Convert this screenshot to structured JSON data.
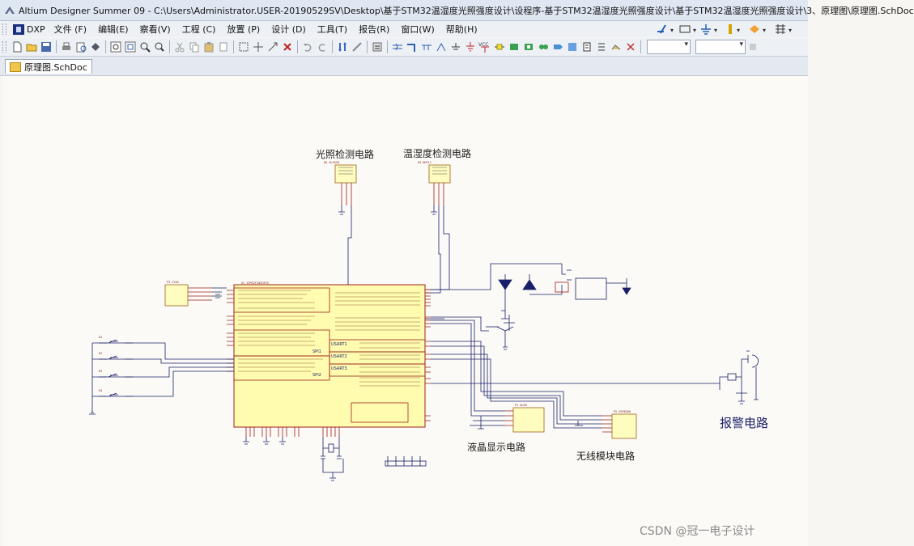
{
  "window": {
    "title": "Altium Designer Summer 09 - C:\\Users\\Administrator.USER-20190529SV\\Desktop\\基于STM32温湿度光照强度设计\\设程序-基于STM32温湿度光照强度设计\\基于STM32温湿度光照强度设计\\3、原理图\\原理图.SchDoc"
  },
  "menu": {
    "dxp": "DXP",
    "items": [
      {
        "id": "file",
        "label": "文件 (F)"
      },
      {
        "id": "edit",
        "label": "编辑(E)"
      },
      {
        "id": "view",
        "label": "察看(V)"
      },
      {
        "id": "project",
        "label": "工程 (C)"
      },
      {
        "id": "place",
        "label": "放置 (P)"
      },
      {
        "id": "design",
        "label": "设计 (D)"
      },
      {
        "id": "tools",
        "label": "工具(T)"
      },
      {
        "id": "reports",
        "label": "报告(R)"
      },
      {
        "id": "window",
        "label": "窗口(W)"
      },
      {
        "id": "help",
        "label": "帮助(H)"
      }
    ]
  },
  "toolbar": {
    "vcc_label": "VCC"
  },
  "document": {
    "tab_label": "原理图.SchDoc"
  },
  "schematic": {
    "labels": {
      "light": "光照检测电路",
      "temp_humidity": "温湿度检测电路",
      "lcd": "液晶显示电路",
      "wireless": "无线模块电路",
      "alarm": "报警电路"
    },
    "blocks": {
      "usart1": "USART1",
      "usart2": "USART2",
      "usart3": "USART3",
      "spi1": "SPI1",
      "spi2": "SPI2"
    }
  },
  "watermark": "CSDN @冠一电子设计"
}
